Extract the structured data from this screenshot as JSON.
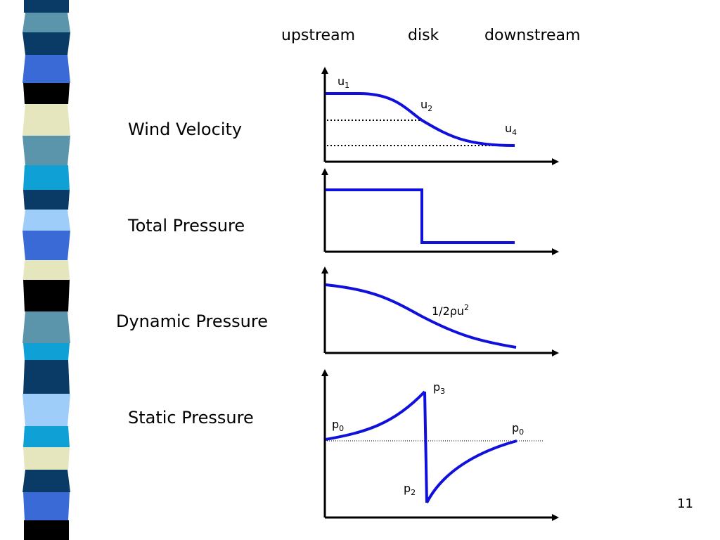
{
  "columns": {
    "upstream": "upstream",
    "disk": "disk",
    "downstream": "downstream"
  },
  "rows": {
    "wind_velocity": "Wind Velocity",
    "total_pressure": "Total Pressure",
    "dynamic_pressure": "Dynamic Pressure",
    "static_pressure": "Static Pressure"
  },
  "curve_labels": {
    "u1": {
      "base": "u",
      "sub": "1"
    },
    "u2": {
      "base": "u",
      "sub": "2"
    },
    "u4": {
      "base": "u",
      "sub": "4"
    },
    "dynamic": {
      "prefix": "1/2",
      "rho": "ρ",
      "base": "u",
      "sup": "2"
    },
    "p0_left": {
      "base": "p",
      "sub": "0"
    },
    "p3": {
      "base": "p",
      "sub": "3"
    },
    "p2": {
      "base": "p",
      "sub": "2"
    },
    "p0_right": {
      "base": "p",
      "sub": "0"
    }
  },
  "page_number": "11",
  "colors": {
    "curve": "#1010dd",
    "axis": "#000000",
    "strip_palette": [
      "#0a3a66",
      "#3a6ad6",
      "#5a95ac",
      "#e6e6be",
      "#000000",
      "#0fa0d6",
      "#9fcdfa"
    ]
  }
}
